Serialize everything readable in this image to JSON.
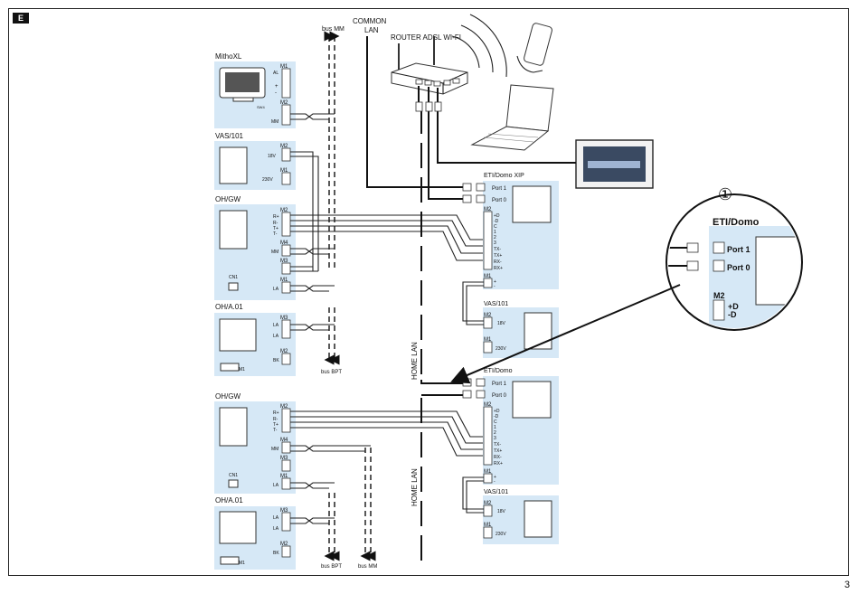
{
  "page": {
    "section": "E",
    "number": "3"
  },
  "top_labels": {
    "bus_mm": "bus MM",
    "common_lan": [
      "COMMON",
      "LAN"
    ],
    "router": "ROUTER ADSL WI-FI"
  },
  "left_top": {
    "mithoxl": {
      "title": "MithoXL",
      "m1": "M1",
      "m2": "M2",
      "al": "AL",
      "plus": "+",
      "minus": "-",
      "mm": "MM",
      "sw": "SW4"
    },
    "vas_a": {
      "title": "VAS/101",
      "m2": "M2",
      "v18": "18V",
      "m1": "M1",
      "v230": "230V"
    },
    "ohgw_a": {
      "title": "OH/GW",
      "m2": "M2",
      "r_plus": "R+",
      "r_minus": "R-",
      "t_plus": "T+",
      "t_minus": "T-",
      "m4": "M4",
      "mm": "MM",
      "m3": "M3",
      "m1": "M1",
      "la": "LA",
      "cn1": "CN1"
    },
    "oha01_a": {
      "title": "OH/A.01",
      "m3": "M3",
      "la1": "LA",
      "la2": "LA",
      "m2": "M2",
      "bk": "BK",
      "m1": "M1"
    },
    "bus_bpt": "bus BPT"
  },
  "left_bottom": {
    "ohgw_b": {
      "title": "OH/GW",
      "m2": "M2",
      "r_plus": "R+",
      "r_minus": "R-",
      "t_plus": "T+",
      "t_minus": "T-",
      "m4": "M4",
      "mm": "MM",
      "m3": "M3",
      "m1": "M1",
      "la": "LA",
      "cn1": "CN1"
    },
    "oha01_b": {
      "title": "OH/A.01",
      "m3": "M3",
      "la1": "LA",
      "la2": "LA",
      "m2": "M2",
      "bk": "BK",
      "m1": "M1"
    },
    "bus_bpt": "bus BPT",
    "bus_mm": "bus MM"
  },
  "right_top": {
    "eti": {
      "title": "ETI/Domo XIP",
      "port1": "Port 1",
      "port0": "Port 0",
      "m2": "M2",
      "pins": [
        "+D",
        "-D",
        "C",
        "1",
        "2",
        "3",
        "TX-",
        "TX+",
        "RX-",
        "RX+"
      ],
      "m1": "M1",
      "p1": "+",
      "p2": "-"
    },
    "vas": {
      "title": "VAS/101",
      "m2": "M2",
      "v18": "18V",
      "m1": "M1",
      "v230": "230V"
    }
  },
  "right_bottom": {
    "eti": {
      "title": "ETI/Domo",
      "port1": "Port 1",
      "port0": "Port 0",
      "m2": "M2",
      "pins": [
        "+D",
        "-D",
        "C",
        "1",
        "2",
        "3",
        "TX-",
        "TX+",
        "RX-",
        "RX+"
      ],
      "m1": "M1",
      "p1": "+",
      "p2": "-"
    },
    "vas": {
      "title": "VAS/101",
      "m2": "M2",
      "v18": "18V",
      "m1": "M1",
      "v230": "230V"
    }
  },
  "home_lan": "HOME LAN",
  "callout": {
    "number": "①",
    "title": "ETI/Domo",
    "port1": "Port 1",
    "port0": "Port 0",
    "m2": "M2",
    "pd": "+D",
    "md": "-D"
  }
}
